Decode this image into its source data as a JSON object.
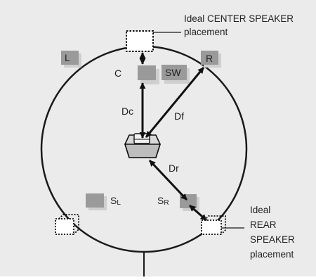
{
  "colors": {
    "background": "#ebebeb",
    "circle": "#1a1a1a",
    "speaker_front": "#9a9a9a",
    "speaker_shadow": "#cfcfcf",
    "arrow": "#111111"
  },
  "speakers": {
    "left": "L",
    "right": "R",
    "center": "C",
    "subwoofer": "SW",
    "surround_left_main": "S",
    "surround_left_sub": "L",
    "surround_right_main": "S",
    "surround_right_sub": "R"
  },
  "distances": {
    "center": "Dc",
    "front": "Df",
    "rear": "Dr"
  },
  "annotations": {
    "center_line1": "Ideal CENTER SPEAKER",
    "center_line2": "placement",
    "rear_line1": "Ideal",
    "rear_line2": "REAR",
    "rear_line3": "SPEAKER",
    "rear_line4": "placement"
  },
  "icons": {
    "listener": "listener-chair-icon"
  }
}
